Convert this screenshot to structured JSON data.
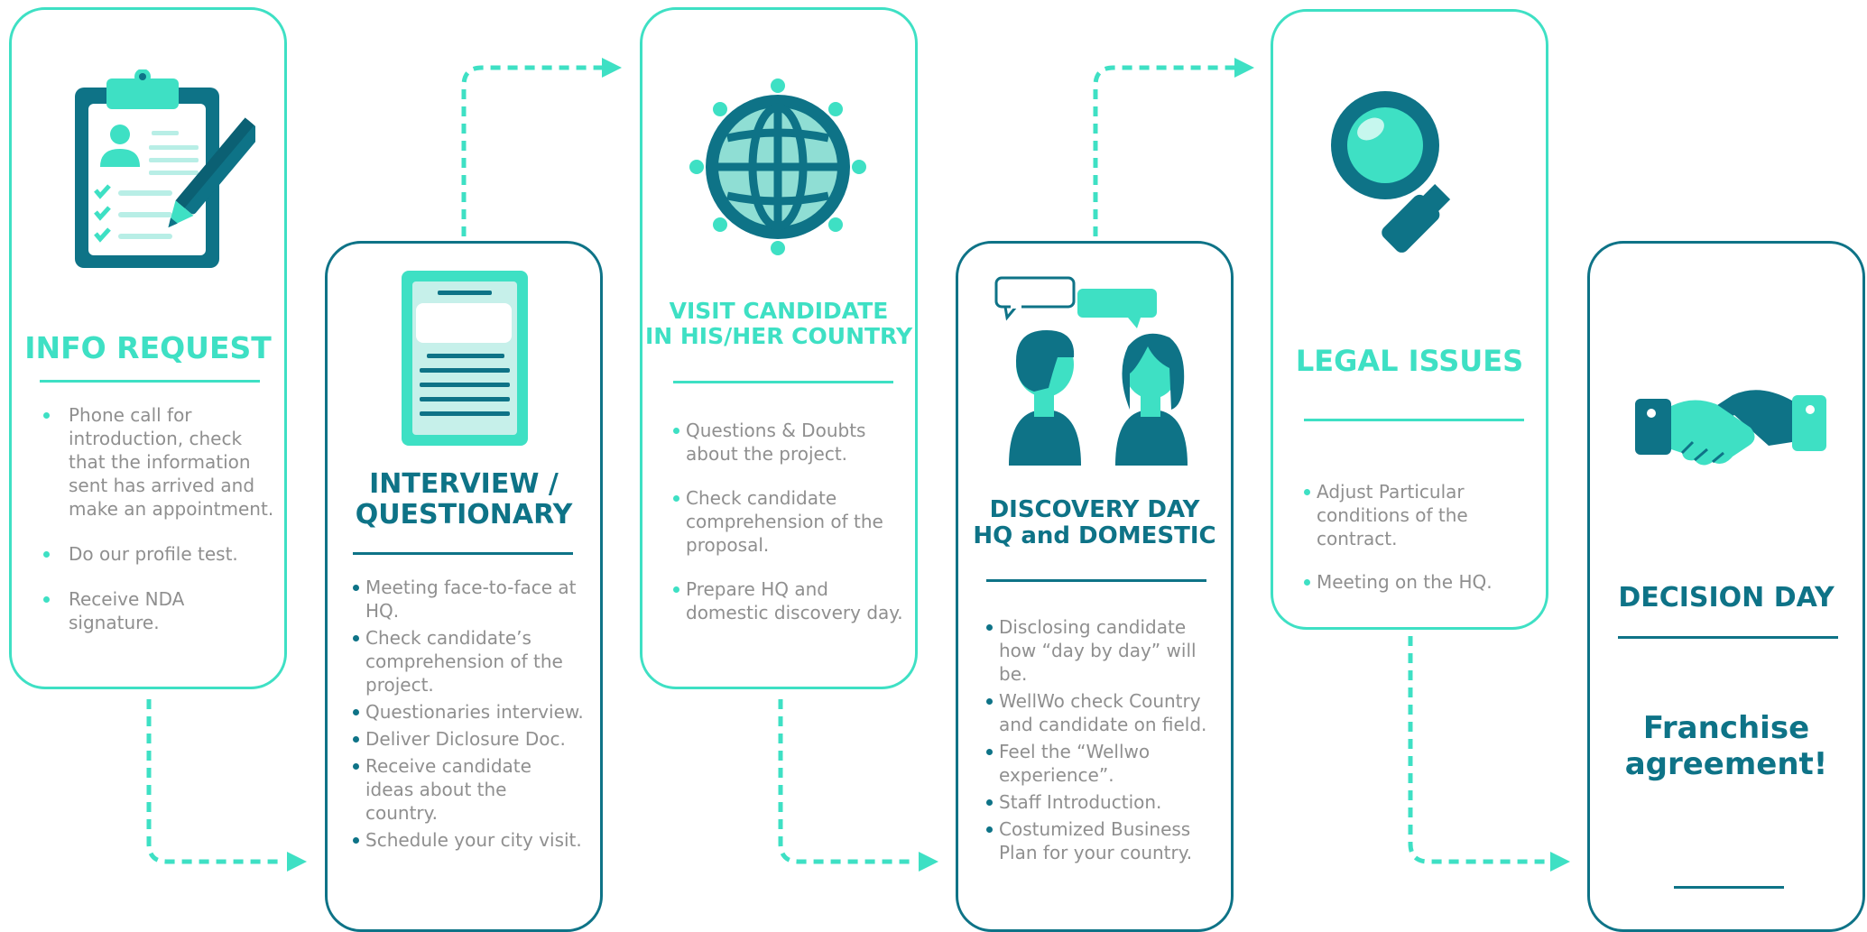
{
  "colors": {
    "accent": "#3ee0c4",
    "primary": "#0e7387",
    "text": "#8f8f8f"
  },
  "steps": [
    {
      "title": "INFO REQUEST",
      "icon": "clipboard-icon",
      "bullets": [
        "Phone call for introduction, check that the information sent has arrived and make an appointment.",
        "Do our profile test.",
        "Receive NDA signature."
      ]
    },
    {
      "title_line1": "INTERVIEW /",
      "title_line2": "QUESTIONARY",
      "icon": "document-icon",
      "bullets": [
        "Meeting face-to-face at HQ.",
        "Check candidate’s comprehension of the project.",
        "Questionaries interview.",
        "Deliver Diclosure Doc.",
        "Receive candidate ideas about the country.",
        "Schedule your city visit."
      ]
    },
    {
      "title_line1": "VISIT CANDIDATE",
      "title_line2": "IN HIS/HER COUNTRY",
      "icon": "globe-icon",
      "bullets": [
        "Questions & Doubts about the project.",
        "Check candidate comprehension of the proposal.",
        "Prepare HQ and domestic discovery day."
      ]
    },
    {
      "title_line1": "DISCOVERY DAY",
      "title_line2": "HQ and DOMESTIC",
      "icon": "conversation-icon",
      "bullets": [
        "Disclosing candidate how “day by day” will be.",
        "WellWo check Country and candidate on field.",
        "Feel the “Wellwo experience”.",
        "Staff Introduction.",
        "Costumized Business Plan for your country."
      ]
    },
    {
      "title": "LEGAL ISSUES",
      "icon": "magnifier-icon",
      "bullets": [
        "Adjust Particular conditions of the contract.",
        "Meeting on the HQ."
      ]
    },
    {
      "title": "DECISION DAY",
      "icon": "handshake-icon",
      "final_line1": "Franchise",
      "final_line2": "agreement!"
    }
  ]
}
